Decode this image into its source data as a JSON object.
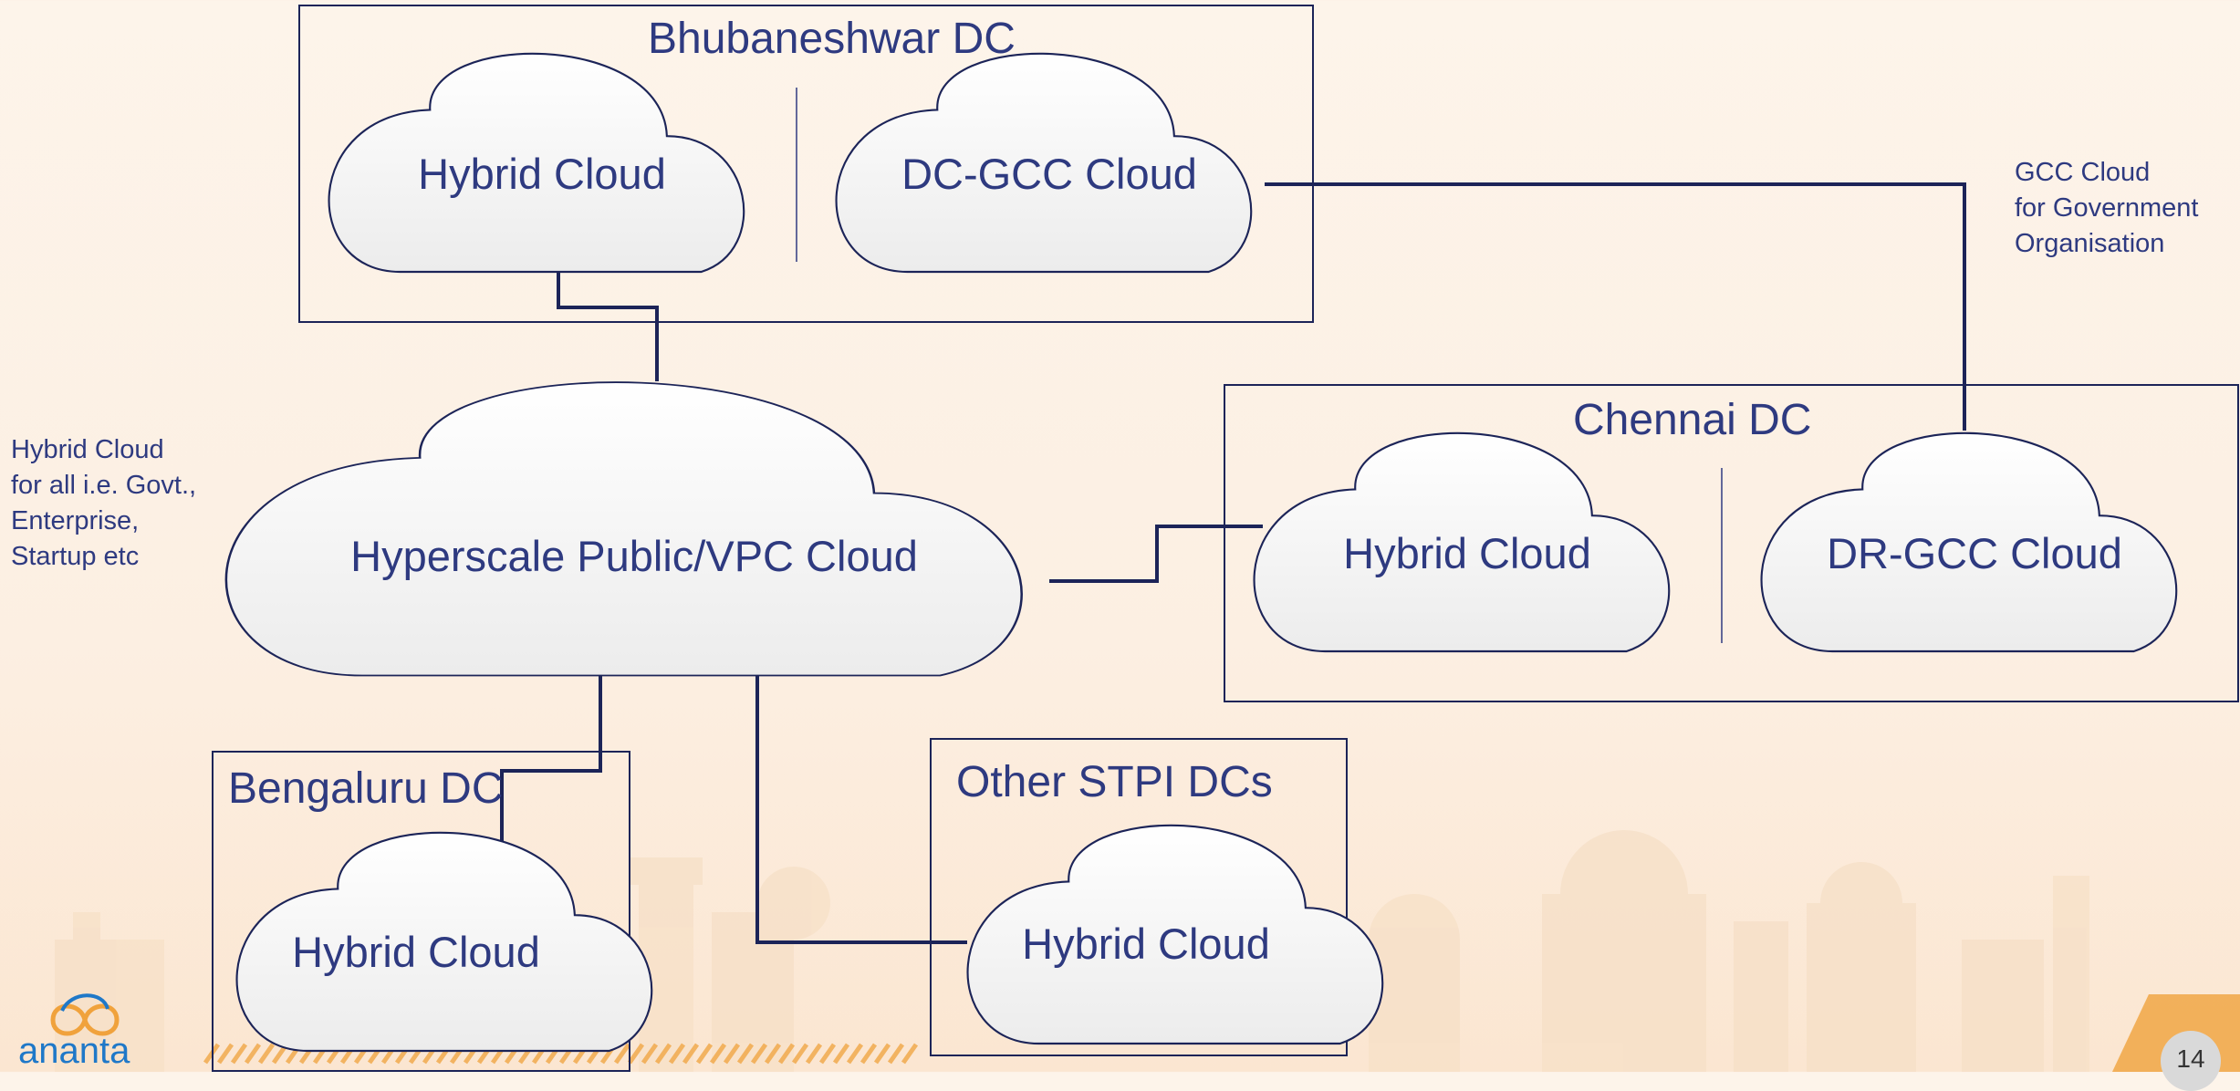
{
  "notes": {
    "hybrid": "Hybrid Cloud\nfor all i.e. Govt.,\nEnterprise,\nStartup etc",
    "gcc": "GCC Cloud\nfor Government\nOrganisation"
  },
  "dcs": {
    "bhubaneshwar": {
      "title": "Bhubaneshwar DC",
      "cloud1": "Hybrid Cloud",
      "cloud2": "DC-GCC Cloud"
    },
    "chennai": {
      "title": "Chennai DC",
      "cloud1": "Hybrid Cloud",
      "cloud2": "DR-GCC Cloud"
    },
    "bengaluru": {
      "title": "Bengaluru DC",
      "cloud1": "Hybrid Cloud"
    },
    "other": {
      "title": "Other STPI DCs",
      "cloud1": "Hybrid Cloud"
    }
  },
  "hyperscale": {
    "label": "Hyperscale Public/VPC Cloud"
  },
  "footer": {
    "logo_text": "ananta",
    "page_number": "14"
  },
  "colors": {
    "text": "#2e3a80",
    "lines": "#1c2458",
    "accent": "#f0a23c",
    "logo": "#1f78c8"
  }
}
